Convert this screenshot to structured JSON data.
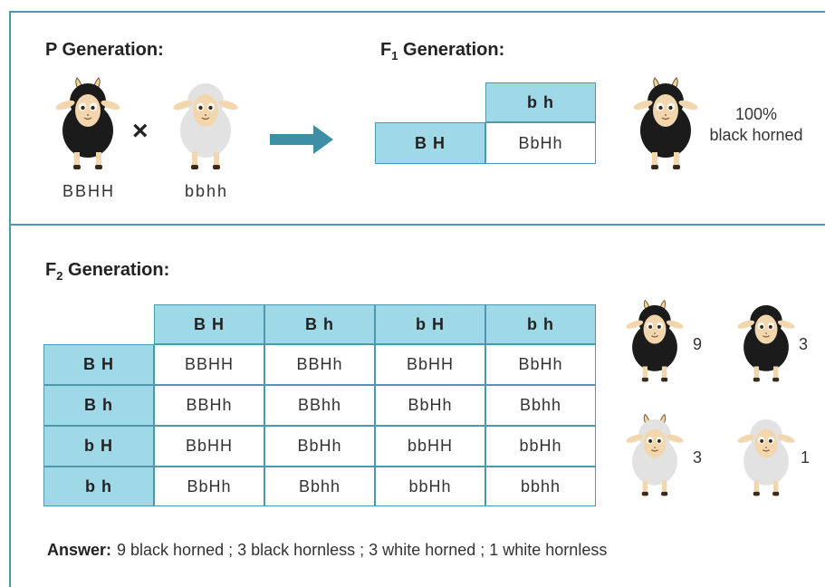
{
  "p_generation": {
    "label": "P Generation:",
    "parent1_genotype": "BBHH",
    "parent2_genotype": "bbhh",
    "cross_symbol": "×",
    "parent1_icon": "black-horned-goat-icon",
    "parent2_icon": "white-hornless-goat-icon"
  },
  "f1_generation": {
    "label": "F",
    "label_sub": "1",
    "label_suffix": " Generation:",
    "col_header": "b h",
    "row_header": "B H",
    "cell": "BbHh",
    "result_line1": "100%",
    "result_line2": "black horned"
  },
  "f2_generation": {
    "label": "F",
    "label_sub": "2",
    "label_suffix": " Generation:",
    "col_headers": [
      "B H",
      "B h",
      "b H",
      "b h"
    ],
    "row_headers": [
      "B H",
      "B h",
      "b H",
      "b h"
    ],
    "cells": [
      [
        "BBHH",
        "BBHh",
        "BbHH",
        "BbHh"
      ],
      [
        "BBHh",
        "BBhh",
        "BbHh",
        "Bbhh"
      ],
      [
        "BbHH",
        "BbHh",
        "bbHH",
        "bbHh"
      ],
      [
        "BbHh",
        "Bbhh",
        "bbHh",
        "bbhh"
      ]
    ],
    "phenotype_counts": [
      "9",
      "3",
      "3",
      "1"
    ],
    "phenotype_icons": [
      "black-horned-goat-icon",
      "black-hornless-goat-icon",
      "white-horned-goat-icon",
      "white-hornless-goat-icon"
    ]
  },
  "answer": {
    "label": "Answer:",
    "text": "9 black horned ; 3 black hornless ; 3 white horned ; 1 white hornless"
  },
  "colors": {
    "frame": "#4f97ad",
    "header_fill": "#9fd8e6",
    "arrow": "#3e8ea6",
    "black_wool": "#1b1b1b",
    "white_wool": "#e2e2e2",
    "face": "#f2d6ad"
  }
}
